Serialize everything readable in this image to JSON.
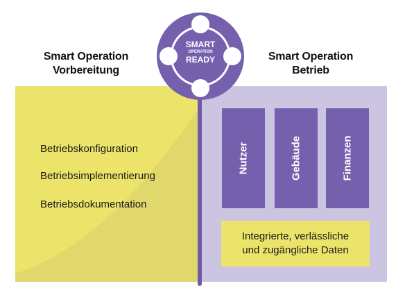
{
  "headings": {
    "left": [
      "Smart Operation",
      "Vorbereitung"
    ],
    "right": [
      "Smart Operation",
      "Betrieb"
    ]
  },
  "badge": {
    "line1": "SMART",
    "line2": "OPERATION",
    "line3": "READY"
  },
  "preparation_steps": [
    "Betriebskonfiguration",
    "Betriebsimplementierung",
    "Betriebsdokumentation"
  ],
  "operation_areas": [
    "Nutzer",
    "Gebäude",
    "Finanzen"
  ],
  "data_box": {
    "line1": "Integrierte, verlässliche",
    "line2": "und zugängliche Daten"
  },
  "colors": {
    "yellow": "#ece46a",
    "purple": "#7460ad",
    "lavender": "#cbc5e1"
  }
}
